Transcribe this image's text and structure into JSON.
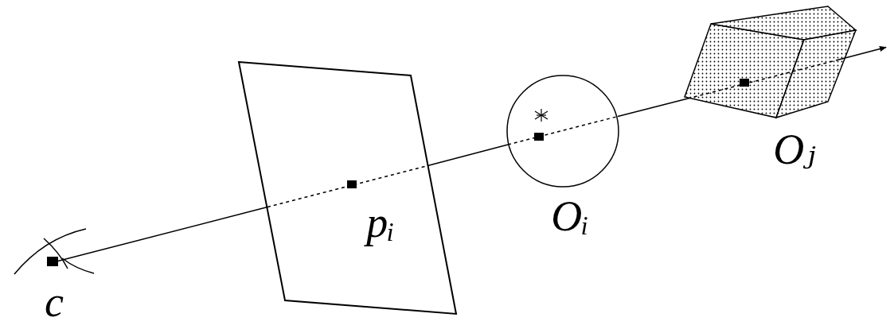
{
  "diagram": {
    "labels": [
      "c",
      "pᵢ",
      "Oᵢ",
      "Oⱼ"
    ]
  }
}
